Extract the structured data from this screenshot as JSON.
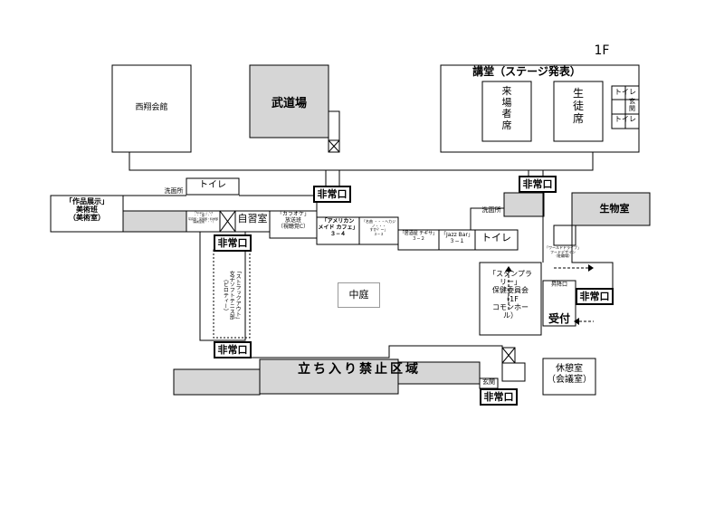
{
  "floor_label": "1F",
  "buildings": {
    "seisho_hall": "西翔会館",
    "budojo": "武道場",
    "auditorium": "講堂（ステージ発表）",
    "visitor_seats": "来\n場\n者\n席",
    "student_seats": "生\n徒\n席",
    "aud_toilet_1": "トイレ",
    "aud_toilet_2": "トイレ",
    "aud_entrance": "玄\n関",
    "biology_room": "生物室"
  },
  "rooms": {
    "laundry_left": "洗面所",
    "toilet_top": "トイレ",
    "art_exhibit": "「作品展示」\n美術班\n（美術室）",
    "small_club": "「Scary...」〜?\n・・・部・・・\n写真部・英語部・科学部\n（美術室前・・・）",
    "study_room": "自習室",
    "karaoke": "「カラオケ」\n放送班\n（視聴覚C）",
    "american_maid": "「アメリカン\nメイド カフェ」\n３−４",
    "class_3_3": "「名曲 ・・・ヘカジノ・・・\nすか？ー」\n３−３",
    "class_3_2": "「居酒屋 チギサ」\n３−２",
    "class_3_1": "「Jazz Bar」\n３−１",
    "toilet_mid": "トイレ",
    "laundry_right": "洗面所",
    "courtyard": "中庭",
    "stamp_rally": "「スタンプラ\nリー」\n保健委員会\n（1F\nコモンホー\nル）",
    "reception": "受付",
    "shoe_entrance": "昇降口",
    "rest_room": "休憩室\n（会議室）",
    "entrance_bottom": "玄関",
    "restricted_area": "立ち入り禁止区域",
    "tennis_club": "「ストラックアウト」\n女子ソフトテニス部\n（ピロティー）",
    "drive_note": "「ワールドドライブ」\nフードデザイン\n（駐輪場）"
  },
  "exits": {
    "exit_1": "非常口",
    "exit_2": "非常口",
    "exit_3": "非常口",
    "exit_4": "非常口",
    "exit_5": "非常口",
    "exit_6": "非常口"
  },
  "colors": {
    "gray_fill": "#d6d6d6",
    "line": "#000000",
    "white": "#ffffff"
  }
}
